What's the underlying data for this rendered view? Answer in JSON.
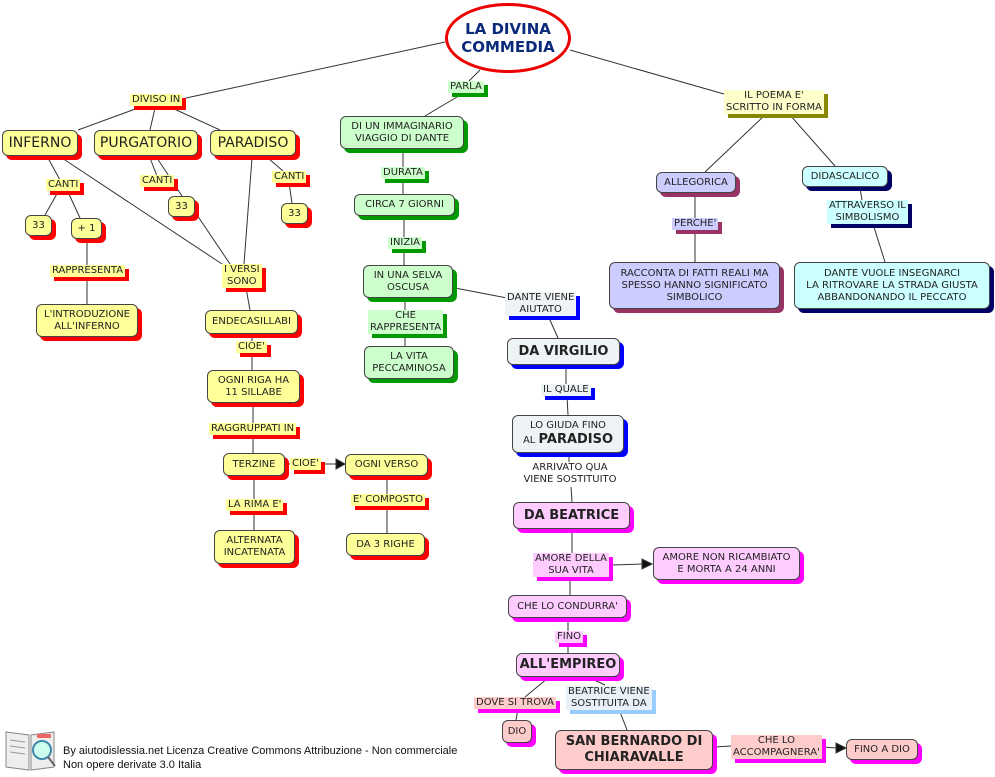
{
  "title": "LA DIVINA\nCOMMEDIA",
  "nodes": {
    "diviso_in": "DIVISO IN",
    "inferno": "INFERNO",
    "purgatorio": "PURGATORIO",
    "paradiso": "PARADISO",
    "canti_inf": "CANTI",
    "inf_33": "33",
    "inf_plus1": "+ 1",
    "rappresenta": "RAPPRESENTA",
    "introduzione": "L'INTRODUZIONE\nALL'INFERNO",
    "canti_purg": "CANTI",
    "purg_33": "33",
    "canti_par": "CANTI",
    "par_33": "33",
    "versi_sono": "I VERSI\nSONO",
    "endecasillabi": "ENDECASILLABI",
    "cioe1": "CIOE'",
    "ogni_riga": "OGNI RIGA HA\n11 SILLABE",
    "raggruppati": "RAGGRUPPATI IN",
    "terzine": "TERZINE",
    "cioe2": "CIOE'",
    "ogni_verso": "OGNI VERSO",
    "composto": "E' COMPOSTO",
    "tre_righe": "DA 3 RIGHE",
    "rima": "LA RIMA E'",
    "alternata": "ALTERNATA\nINCATENATA",
    "parla": "PARLA",
    "viaggio": "DI UN IMMAGINARIO\nVIAGGIO DI DANTE",
    "durata": "DURATA",
    "sette_giorni": "CIRCA 7 GIORNI",
    "inizia": "INIZIA",
    "selva": "IN UNA SELVA\nOSCUSA",
    "che_rappresenta": "CHE\nRAPPRESENTA",
    "vita_peccaminosa": "LA VITA\nPECCAMINOSA",
    "aiutato": "DANTE VIENE\nAIUTATO",
    "virgilio": "DA VIRGILIO",
    "il_quale": "IL QUALE",
    "giuda_1": "LO GIUDA FINO",
    "giuda_2a": "AL",
    "giuda_2b": "PARADISO",
    "sostituito": "ARRIVATO QUA\nVIENE SOSTITUITO",
    "beatrice": "DA BEATRICE",
    "amore_vita": "AMORE DELLA\nSUA VITA",
    "amore_non": "AMORE NON RICAMBIATO\nE MORTA A 24 ANNI",
    "condurra": "CHE LO CONDURRA'",
    "fino": "FINO",
    "empireo": "ALL'EMPIREO",
    "dove_trova": "DOVE SI TROVA",
    "dio": "DIO",
    "beatrice_sost": "BEATRICE VIENE\nSOSTITUITA DA",
    "bernardo": "SAN BERNARDO DI\nCHIARAVALLE",
    "accompagnera": "CHE LO\nACCOMPAGNERA'",
    "fino_dio": "FINO A DIO",
    "poema": "IL POEMA E'\nSCRITTO IN FORMA",
    "allegorica": "ALLEGORICA",
    "perche": "PERCHE'",
    "racconta": "RACCONTA DI FATTI REALI MA\nSPESSO HANNO SIGNIFICATO\nSIMBOLICO",
    "didascalico": "DIDASCALICO",
    "simbolismo": "ATTRAVERSO IL\nSIMBOLISMO",
    "insegnarci": "DANTE VUOLE INSEGNARCI\nLA RITROVARE LA STRADA GIUSTA\nABBANDONANDO IL PECCATO"
  },
  "footer": "By aiutodislessia.net Licenza Creative Commons Attribuzione - Non commerciale\nNon opere derivate 3.0 Italia",
  "colors": {
    "title_border": "#e00000",
    "title_text": "#0b2a7a"
  }
}
